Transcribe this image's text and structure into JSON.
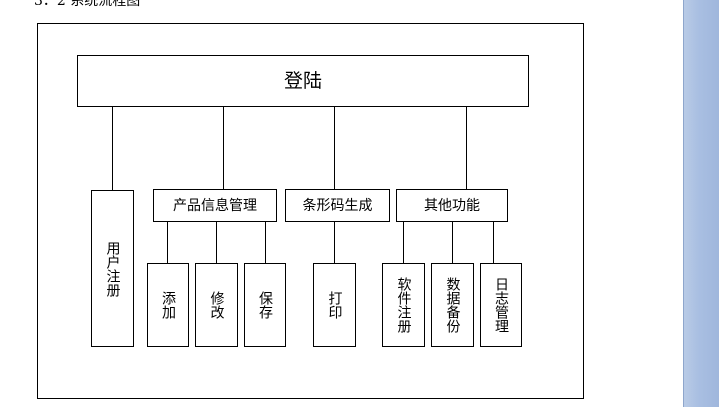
{
  "heading": "3．2 系统流程图",
  "nodes": {
    "login": "登陆",
    "user_register": "用户注册",
    "product_info": "产品信息管理",
    "barcode": "条形码生成",
    "other": "其他功能",
    "add": "添加",
    "modify": "修改",
    "save": "保存",
    "print": "打印",
    "software_register": "软件注册",
    "data_backup": "数据备份",
    "log_management": "日志管理"
  }
}
